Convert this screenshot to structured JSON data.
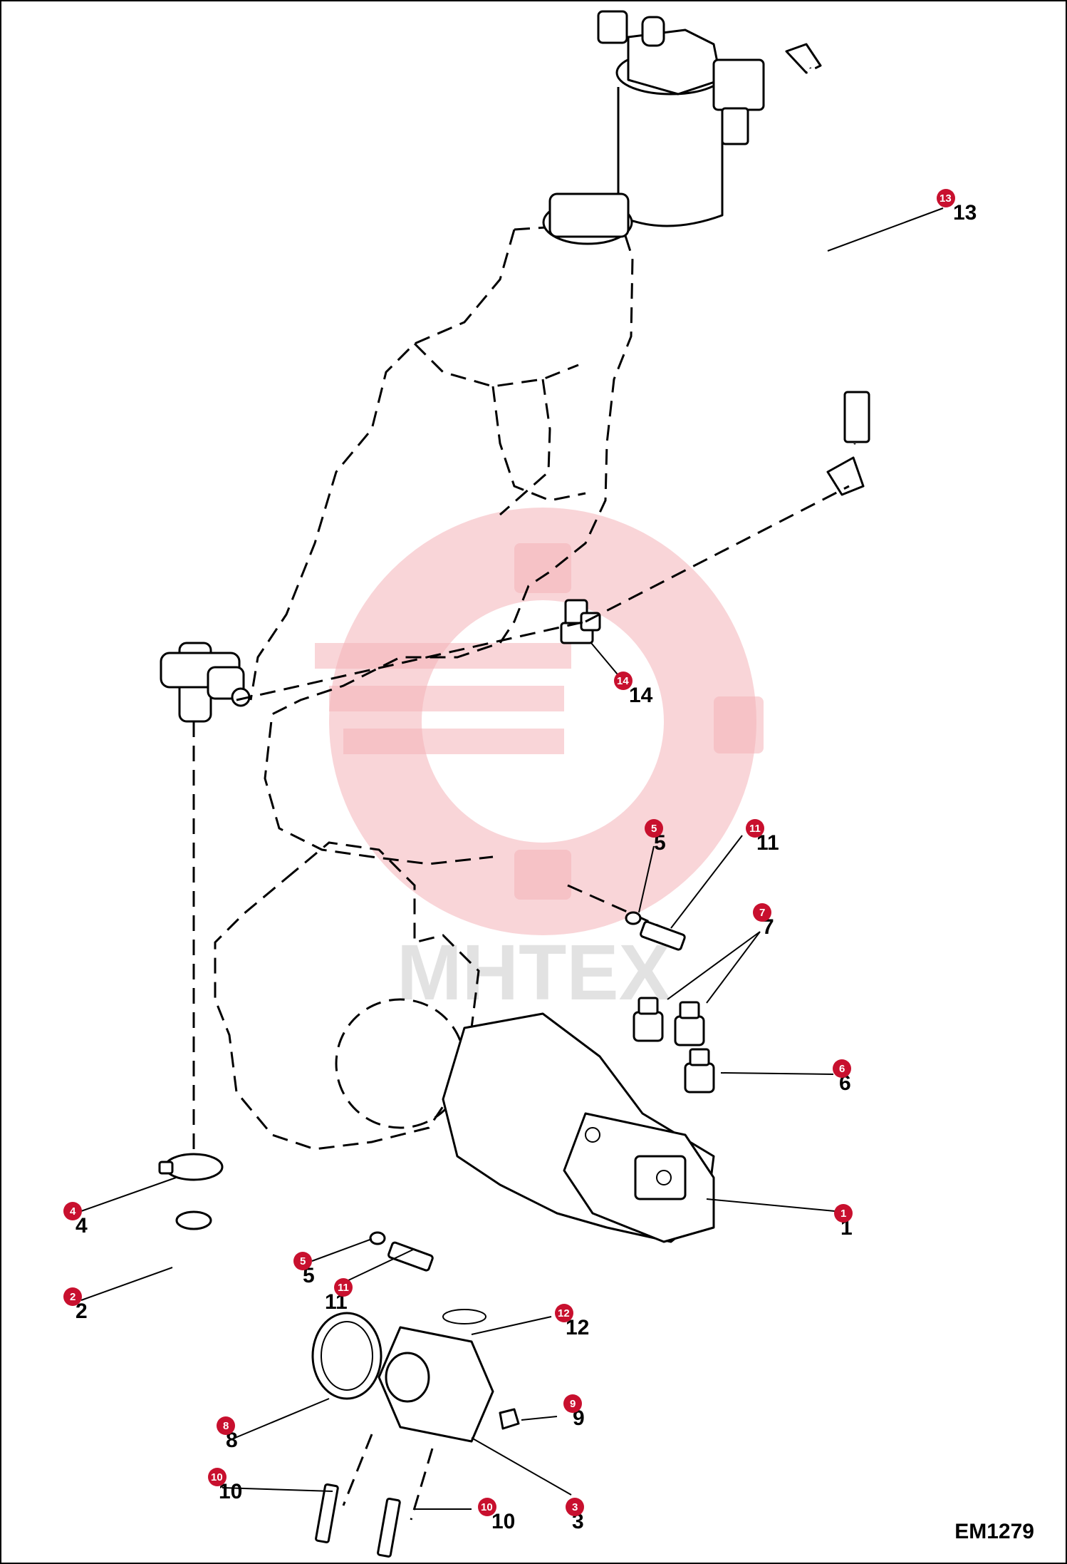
{
  "figure_code": "EM1279",
  "watermark_text": "MHTEX",
  "colors": {
    "callout": "#c8102e",
    "watermark": "#f4b3b8"
  },
  "callouts": [
    "1",
    "2",
    "3",
    "4",
    "5",
    "5",
    "6",
    "7",
    "8",
    "9",
    "10",
    "10",
    "11",
    "11",
    "12",
    "13",
    "14"
  ]
}
